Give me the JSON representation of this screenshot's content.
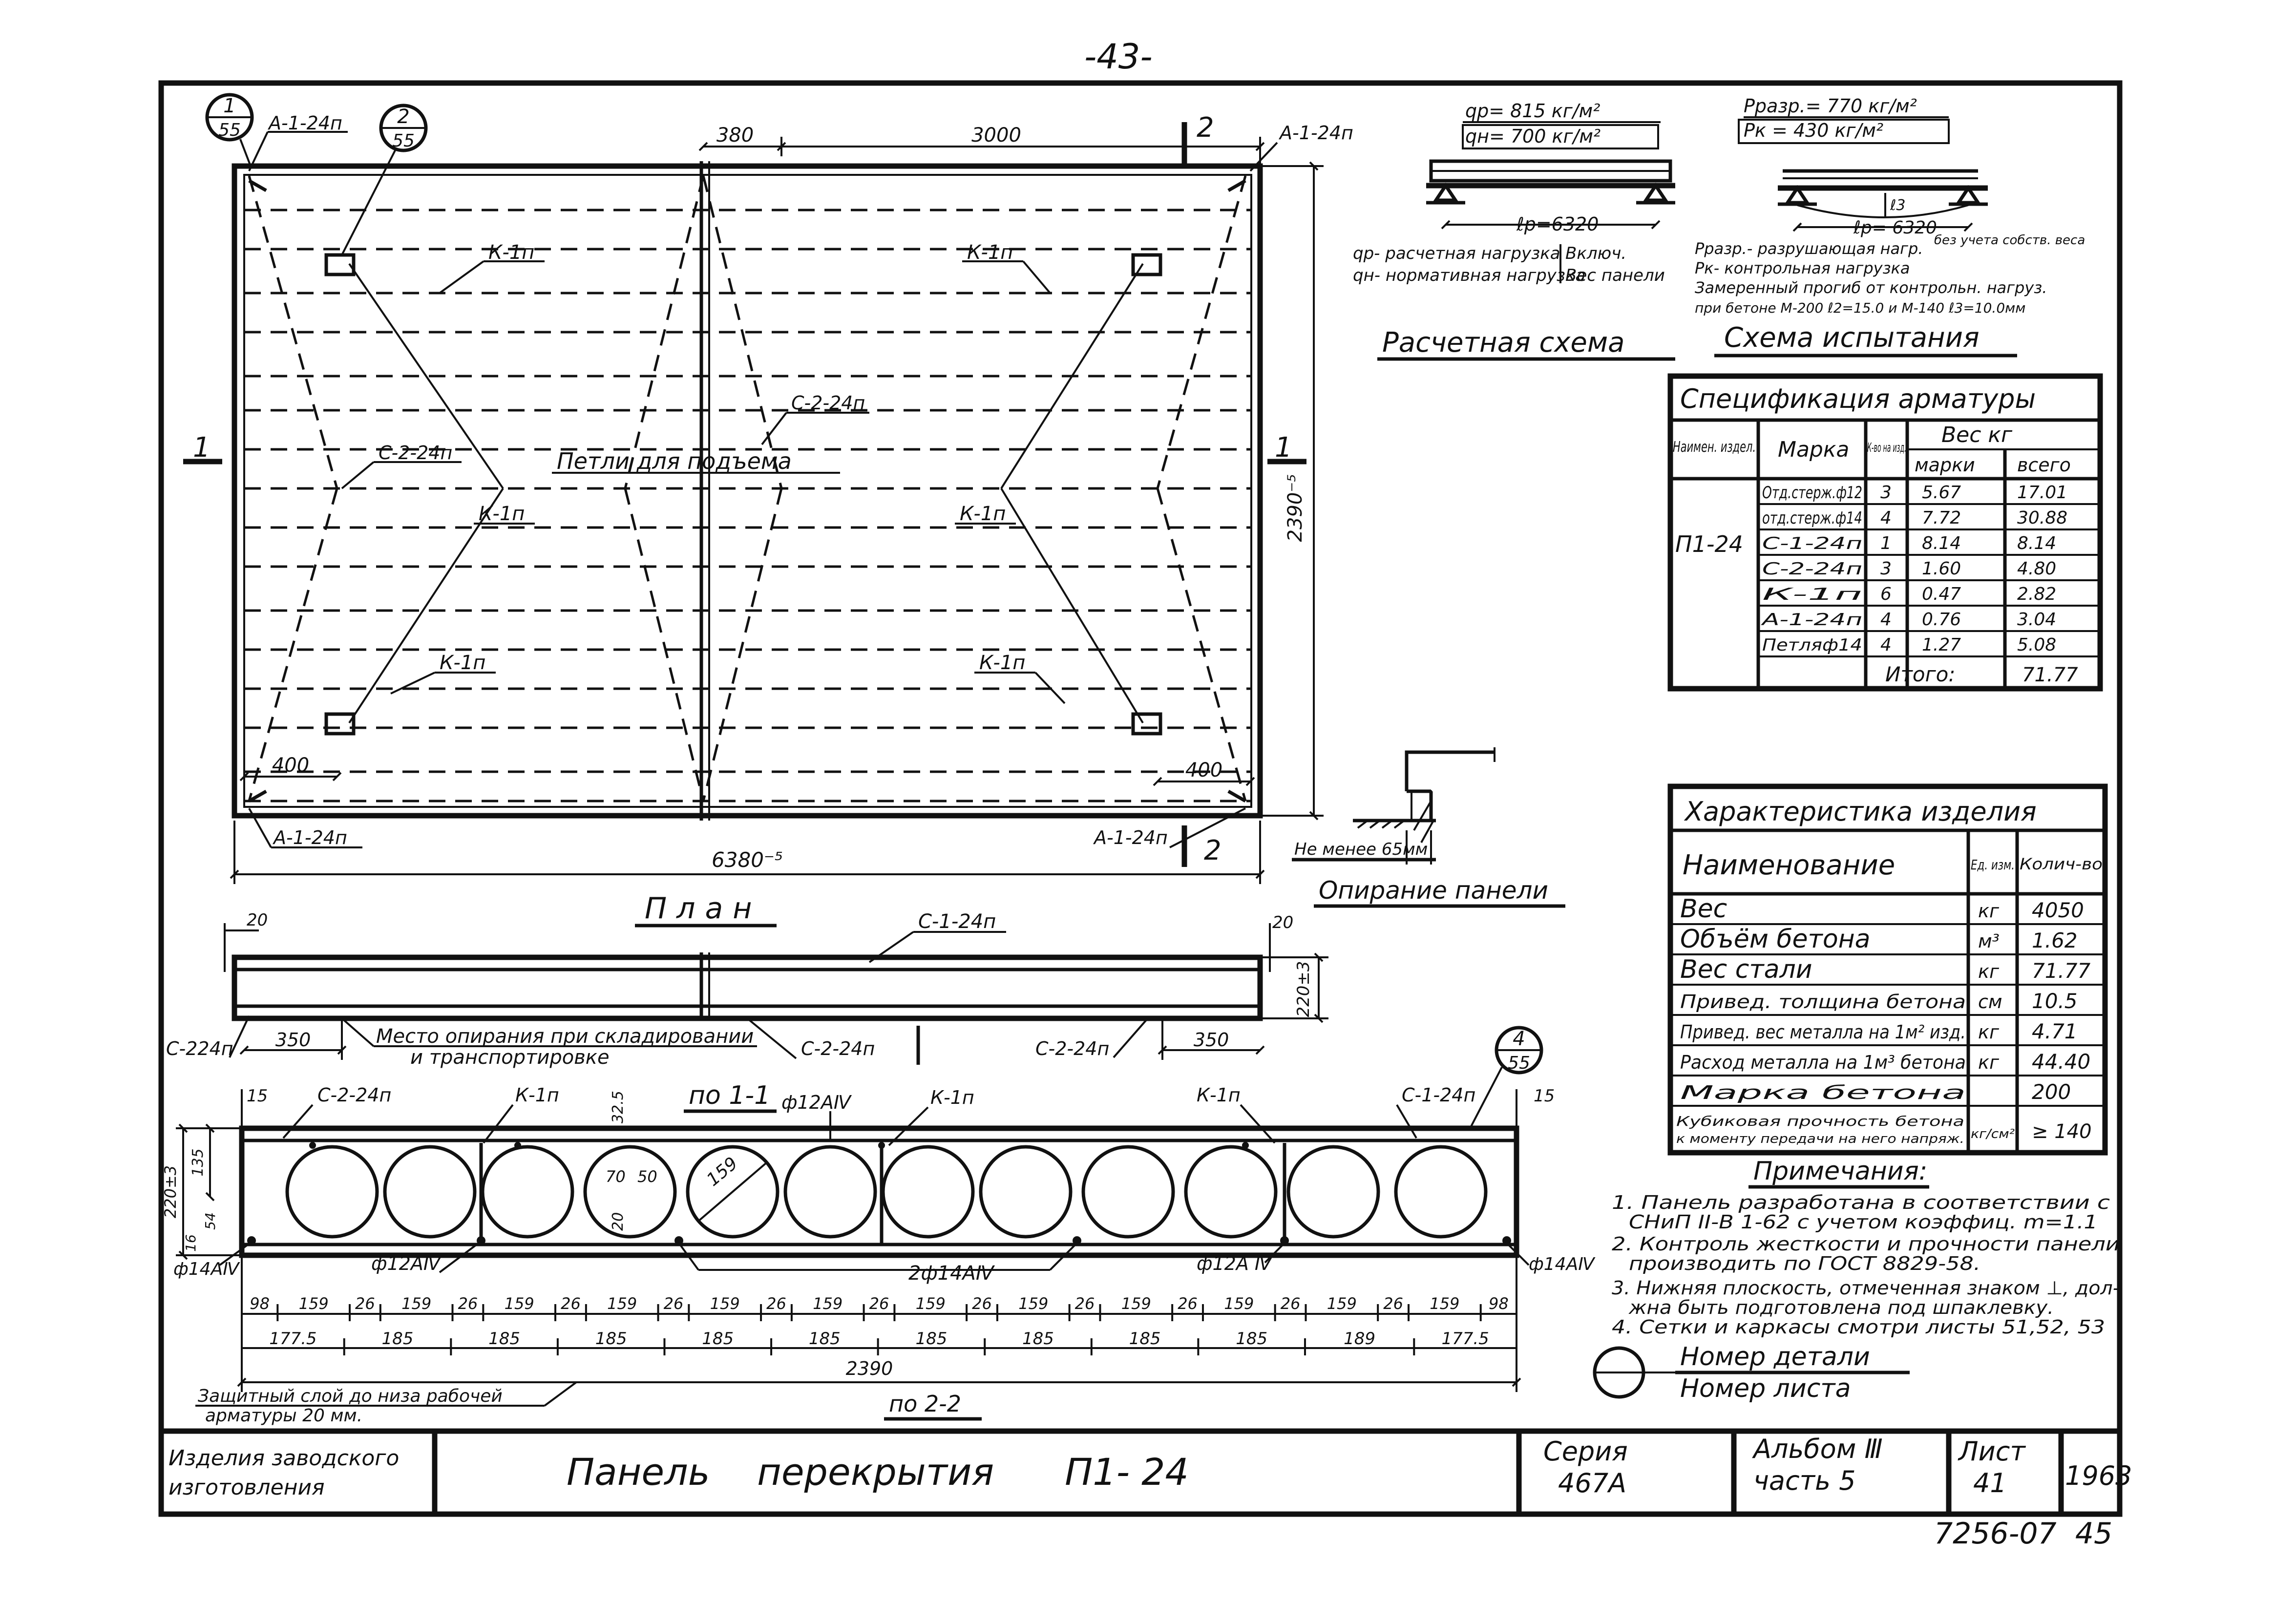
{
  "page_number": "-43-",
  "plan": {
    "title": "План",
    "dims": {
      "d380": "380",
      "d3000": "3000",
      "d400l": "400",
      "d400r": "400",
      "width": "2390⁻⁵",
      "length": "6380⁻⁵"
    },
    "sections": {
      "s1l": "1",
      "s1r": "1",
      "s2t": "2",
      "s2b": "2"
    },
    "callouts": {
      "a1_tl": "А-1-24п",
      "a1_tr": "А-1-24п",
      "a1_bl": "А-1-24п",
      "a1_br": "А-1-24п",
      "k1_1": "К-1п",
      "k1_2": "К-1п",
      "k1_3": "К-1п",
      "k1_4": "К-1п",
      "k1_5": "К-1п",
      "k1_6": "К-1п",
      "c2": "С-2-24п",
      "c2b": "С-2-24п",
      "loops": "Петли для подъема"
    },
    "ref1": {
      "num": "1",
      "sheet": "55"
    },
    "ref2": {
      "num": "2",
      "sheet": "55"
    }
  },
  "elevation": {
    "c1": "С-1-24п",
    "d20l": "20",
    "d20r": "20",
    "height": "220±3",
    "c2l": "С-224п",
    "d350l": "350",
    "c2m": "С-2-24п",
    "c2r": "С-2-24п",
    "d350r": "350",
    "storage1": "Место опирания при складировании",
    "storage2": "и транспортировке"
  },
  "section11": {
    "title": "по 1-1",
    "labels": {
      "c2": "С-2-24п",
      "k1a": "К-1п",
      "phi12top": "ф12АⅣ",
      "k1b": "К-1п",
      "k1c": "К-1п",
      "c1": "С-1-24п",
      "d15l": "15",
      "d15r": "15",
      "h220": "220±3",
      "h135": "135",
      "h16": "16",
      "h54": "54",
      "d25": "32.5",
      "d70": "70",
      "d50": "50",
      "d20": "20",
      "dia159": "159",
      "phi14l": "ф14АⅣ",
      "phi12l": "ф12АⅣ",
      "phi14m": "2ф14АⅣ",
      "phi12r": "ф12А Ⅳ",
      "phi14r": "ф14АⅣ"
    },
    "ref4": {
      "num": "4",
      "sheet": "55"
    },
    "dims_row1": [
      "98",
      "159",
      "26",
      "159",
      "26",
      "159",
      "26",
      "159",
      "26",
      "159",
      "26",
      "159",
      "26",
      "159",
      "26",
      "159",
      "26",
      "159",
      "26",
      "159",
      "26",
      "159",
      "26",
      "159",
      "98"
    ],
    "dims_row2": [
      "177.5",
      "185",
      "185",
      "185",
      "185",
      "185",
      "185",
      "185",
      "185",
      "185",
      "189",
      "177.5"
    ],
    "total": "2390",
    "cover1": "Защитный слой до низа рабочей",
    "cover2": "арматуры 20 мм.",
    "sub": "по 2-2"
  },
  "support": {
    "min": "Не менее 65мм",
    "title": "Опирание панели"
  },
  "calc_scheme": {
    "qp": "qр= 815 кг/м²",
    "qn": "qн= 700 кг/м²",
    "lp": "ℓр=6320",
    "note1": "qр- расчетная нагрузка",
    "note2": "qн- нормативная нагрузка",
    "bracket1": "Включ.",
    "bracket2": "Вес панели",
    "title": "Расчетная схема"
  },
  "test_scheme": {
    "pr": "Рразр.= 770 кг/м²",
    "pk": "Рк =  430 кг/м²",
    "l3": "ℓ3",
    "lp": "ℓр= 6320",
    "note1": "Рразр.- разрушающая нагр.",
    "note2": "Рк- контрольная нагрузка",
    "note3": "Замеренный прогиб от контрольн. нагруз.",
    "note4": "при бетоне М-200 ℓ2=15.0 и М-140 ℓ3=10.0мм",
    "bracket": "без учета собств. веса",
    "title": "Схема испытания"
  },
  "spec": {
    "title": "Спецификация арматуры",
    "headers": {
      "item": "Наимен. издел.",
      "mark": "Марка",
      "qty": "К-во на изд.",
      "weight": "Вес кг",
      "per": "марки",
      "total": "всего"
    },
    "item": "П1-24",
    "rows": [
      {
        "mark": "Отд.стерж.ф12",
        "qty": "3",
        "per": "5.67",
        "total": "17.01"
      },
      {
        "mark": "отд.стерж.ф14",
        "qty": "4",
        "per": "7.72",
        "total": "30.88"
      },
      {
        "mark": "С-1-24п",
        "qty": "1",
        "per": "8.14",
        "total": "8.14"
      },
      {
        "mark": "С-2-24п",
        "qty": "3",
        "per": "1.60",
        "total": "4.80"
      },
      {
        "mark": "К-1п",
        "qty": "6",
        "per": "0.47",
        "total": "2.82"
      },
      {
        "mark": "А-1-24п",
        "qty": "4",
        "per": "0.76",
        "total": "3.04"
      },
      {
        "mark": "Петляф14",
        "qty": "4",
        "per": "1.27",
        "total": "5.08"
      }
    ],
    "sum_label": "Итого:",
    "sum_value": "71.77"
  },
  "char": {
    "title": "Характеристика изделия",
    "headers": {
      "name": "Наименование",
      "unit": "Ед. изм.",
      "qty": "Колич-во"
    },
    "rows": [
      {
        "name": "Вес",
        "unit": "кг",
        "qty": "4050"
      },
      {
        "name": "Объём бетона",
        "unit": "м³",
        "qty": "1.62"
      },
      {
        "name": "Вес стали",
        "unit": "кг",
        "qty": "71.77"
      },
      {
        "name": "Привед. толщина бетона",
        "unit": "см",
        "qty": "10.5"
      },
      {
        "name": "Привед. вес металла на 1м² изд.",
        "unit": "кг",
        "qty": "4.71"
      },
      {
        "name": "Расход металла на 1м³ бетона",
        "unit": "кг",
        "qty": "44.40"
      },
      {
        "name": "Марка бетона",
        "unit": "",
        "qty": "200"
      }
    ],
    "cube1": "Кубиковая прочность бетона",
    "cube2": "к моменту передачи на него напряж.",
    "cube_unit": "кг/см²",
    "cube_qty": "≥ 140"
  },
  "notes": {
    "title": "Примечания:",
    "n1a": "1. Панель разработана в соответствии с",
    "n1b": "СНиП II-В 1-62 с учетом коэффиц. m=1.1",
    "n2a": "2. Контроль жесткости и прочности панели",
    "n2b": "производить по ГОСТ 8829-58.",
    "n3a": "3. Нижняя плоскость, отмеченная знаком ⊥, дол-",
    "n3b": "жна быть подготовлена под шпаклевку.",
    "n4": "4. Сетки и каркасы смотри листы 51,52, 53"
  },
  "legend": {
    "part": "Номер детали",
    "sheet": "Номер листа"
  },
  "title_block": {
    "factory1": "Изделия заводского",
    "factory2": "изготовления",
    "name": "Панель    перекрытия      П1- 24",
    "series1": "Серия",
    "series2": "467А",
    "album1": "Альбом Ⅲ",
    "album2": "часть 5",
    "sheet1": "Лист",
    "sheet2": "41",
    "year": "1963"
  },
  "stamp": "7256-07  45"
}
